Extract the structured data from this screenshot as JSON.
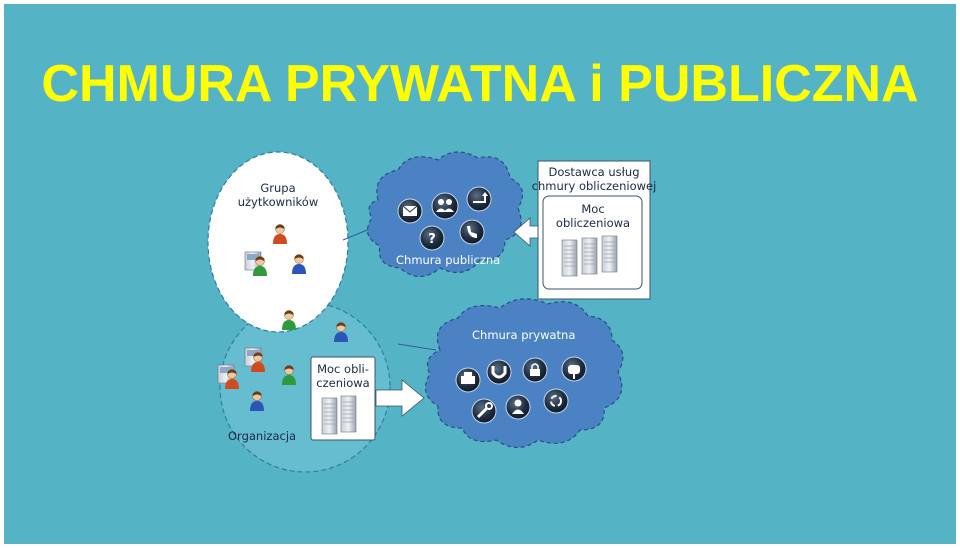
{
  "title": "CHMURA PRYWATNA i PUBLICZNA",
  "user_group": {
    "line1": "Grupa",
    "line2": "użytkowników"
  },
  "organization": {
    "label": "Organizacja"
  },
  "org_compute": {
    "line1": "Moc obli-",
    "line2": "czeniowa"
  },
  "public_cloud": {
    "label": "Chmura publiczna",
    "icons": [
      "mail-icon",
      "people-icon",
      "share-icon",
      "help-icon",
      "phone-icon"
    ]
  },
  "provider": {
    "line1": "Dostawca usług",
    "line2": "chmury obliczeniowej",
    "compute_line1": "Moc",
    "compute_line2": "obliczeniowa"
  },
  "private_cloud": {
    "label": "Chmura prywatna",
    "icons": [
      "print-icon",
      "magnet-icon",
      "lock-icon",
      "mailbox-icon",
      "wrench-icon",
      "person-icon",
      "recycle-icon"
    ]
  },
  "colors": {
    "background": "#55b3c6",
    "title": "#ffff00",
    "cloud": "#4a82c4",
    "ellipse": "#ffffff",
    "org_circle": "#66bdd0"
  }
}
